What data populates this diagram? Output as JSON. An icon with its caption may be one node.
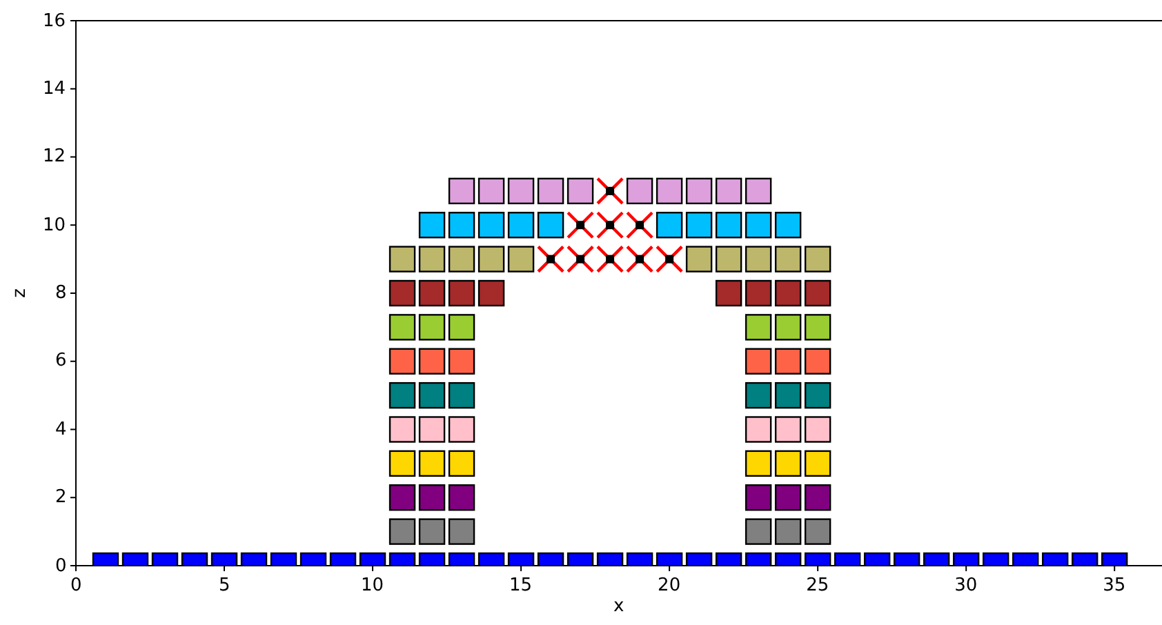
{
  "diagram": {
    "chart_data": {
      "type": "scatter",
      "xlabel": "x",
      "ylabel": "z",
      "xlim": [
        0,
        36.6
      ],
      "ylim": [
        0,
        16
      ],
      "xticks": [
        0,
        5,
        10,
        15,
        20,
        25,
        30,
        35
      ],
      "yticks": [
        0,
        2,
        4,
        6,
        8,
        10,
        12,
        14,
        16
      ],
      "series": [
        {
          "color": "#0000ff",
          "marker": "square",
          "x": [
            1,
            2,
            3,
            4,
            5,
            6,
            7,
            8,
            9,
            10,
            11,
            12,
            13,
            14,
            15,
            16,
            17,
            18,
            19,
            20,
            21,
            22,
            23,
            24,
            25,
            26,
            27,
            28,
            29,
            30,
            31,
            32,
            33,
            34,
            35
          ],
          "values": [
            0,
            0,
            0,
            0,
            0,
            0,
            0,
            0,
            0,
            0,
            0,
            0,
            0,
            0,
            0,
            0,
            0,
            0,
            0,
            0,
            0,
            0,
            0,
            0,
            0,
            0,
            0,
            0,
            0,
            0,
            0,
            0,
            0,
            0,
            0
          ]
        },
        {
          "color": "#808080",
          "marker": "square",
          "x": [
            11,
            12,
            13,
            23,
            24,
            25
          ],
          "values": [
            1,
            1,
            1,
            1,
            1,
            1
          ]
        },
        {
          "color": "#800080",
          "marker": "square",
          "x": [
            11,
            12,
            13,
            23,
            24,
            25
          ],
          "values": [
            2,
            2,
            2,
            2,
            2,
            2
          ]
        },
        {
          "color": "#ffd700",
          "marker": "square",
          "x": [
            11,
            12,
            13,
            23,
            24,
            25
          ],
          "values": [
            3,
            3,
            3,
            3,
            3,
            3
          ]
        },
        {
          "color": "#ffc0cb",
          "marker": "square",
          "x": [
            11,
            12,
            13,
            23,
            24,
            25
          ],
          "values": [
            4,
            4,
            4,
            4,
            4,
            4
          ]
        },
        {
          "color": "#008080",
          "marker": "square",
          "x": [
            11,
            12,
            13,
            23,
            24,
            25
          ],
          "values": [
            5,
            5,
            5,
            5,
            5,
            5
          ]
        },
        {
          "color": "#ff6347",
          "marker": "square",
          "x": [
            11,
            12,
            13,
            23,
            24,
            25
          ],
          "values": [
            6,
            6,
            6,
            6,
            6,
            6
          ]
        },
        {
          "color": "#9acd32",
          "marker": "square",
          "x": [
            11,
            12,
            13,
            23,
            24,
            25
          ],
          "values": [
            7,
            7,
            7,
            7,
            7,
            7
          ]
        },
        {
          "color": "#a52a2a",
          "marker": "square",
          "x": [
            11,
            12,
            13,
            14,
            22,
            23,
            24,
            25
          ],
          "values": [
            8,
            8,
            8,
            8,
            8,
            8,
            8,
            8
          ]
        },
        {
          "color": "#bdb76b",
          "marker": "square",
          "x": [
            11,
            12,
            13,
            14,
            15,
            21,
            22,
            23,
            24,
            25
          ],
          "values": [
            9,
            9,
            9,
            9,
            9,
            9,
            9,
            9,
            9,
            9
          ]
        },
        {
          "color": "#00bfff",
          "marker": "square",
          "x": [
            12,
            13,
            14,
            15,
            16,
            20,
            21,
            22,
            23,
            24
          ],
          "values": [
            10,
            10,
            10,
            10,
            10,
            10,
            10,
            10,
            10,
            10
          ]
        },
        {
          "color": "#dda0dd",
          "marker": "square",
          "x": [
            13,
            14,
            15,
            16,
            17,
            19,
            20,
            21,
            22,
            23
          ],
          "values": [
            11,
            11,
            11,
            11,
            11,
            11,
            11,
            11,
            11,
            11
          ]
        },
        {
          "color": "#ff0000",
          "marker": "x",
          "x": [
            16,
            17,
            18,
            19,
            20,
            17,
            18,
            19,
            18
          ],
          "values": [
            9,
            9,
            9,
            9,
            9,
            10,
            10,
            10,
            11
          ]
        }
      ]
    }
  }
}
